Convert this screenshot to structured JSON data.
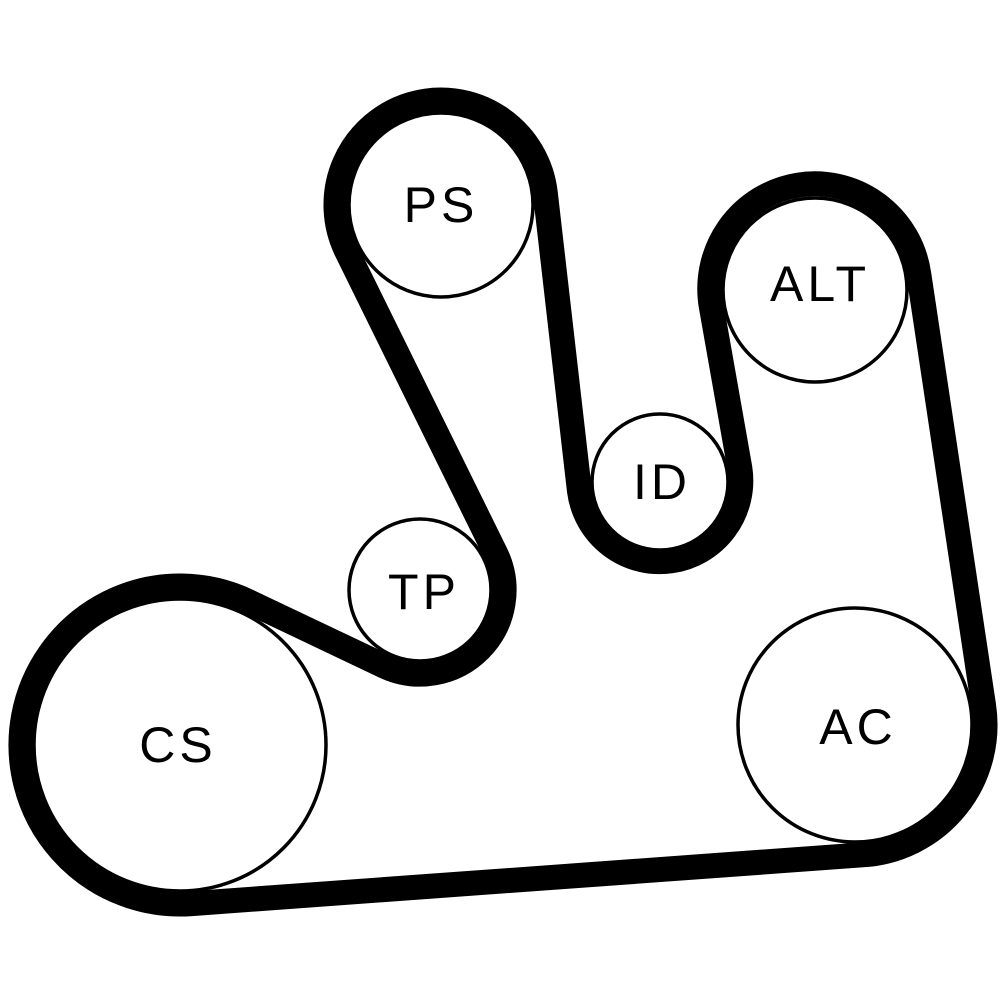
{
  "diagram": {
    "type": "serpentine-belt-routing",
    "belt_color": "#000000",
    "routing_order": [
      "CS",
      "TP",
      "PS",
      "ID",
      "ALT",
      "AC"
    ],
    "pulleys": [
      {
        "id": "cs",
        "label": "CS",
        "belt_side": "inside"
      },
      {
        "id": "tp",
        "label": "TP",
        "belt_side": "outside"
      },
      {
        "id": "ps",
        "label": "PS",
        "belt_side": "inside"
      },
      {
        "id": "id",
        "label": "ID",
        "belt_side": "outside"
      },
      {
        "id": "alt",
        "label": "ALT",
        "belt_side": "inside"
      },
      {
        "id": "ac",
        "label": "AC",
        "belt_side": "inside"
      }
    ]
  }
}
